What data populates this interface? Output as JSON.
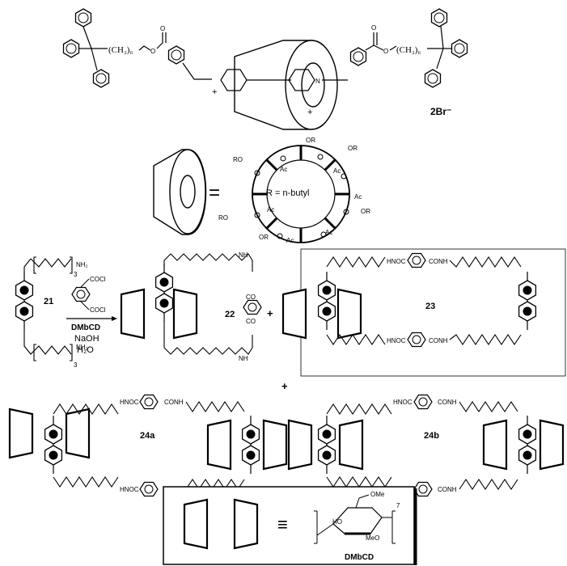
{
  "rotaxane": {
    "chain_left": "(CH₂)₆",
    "chain_right": "(CH₂)₆",
    "ester_o": "O",
    "charge_plus": "+",
    "n_plus": "N",
    "counterion": "2Br⁻"
  },
  "cyclodextrin": {
    "equals": "=",
    "r_definition": "R = n-butyl",
    "group_or": "OR",
    "group_ro": "RO",
    "group_ac": "Ac"
  },
  "reaction": {
    "compound_21": "21",
    "nh2": "NH₂",
    "repeat_index": "3",
    "reagent_coci": "COCl",
    "reagent_dmbcd": "DMbCD",
    "reagent_naoh": "NaOH",
    "reagent_water": "H₂O",
    "compound_22": "22",
    "nh": "NH",
    "co": "CO",
    "plus": "+",
    "compound_23": "23",
    "hnoc": "HNOC",
    "conh": "CONH"
  },
  "products": {
    "compound_24a": "24a",
    "compound_24b": "24b"
  },
  "legend": {
    "equiv": "≡",
    "ome": "OMe",
    "ho": "HO",
    "meo": "MeO",
    "count": "7",
    "name": "DMbCD"
  }
}
